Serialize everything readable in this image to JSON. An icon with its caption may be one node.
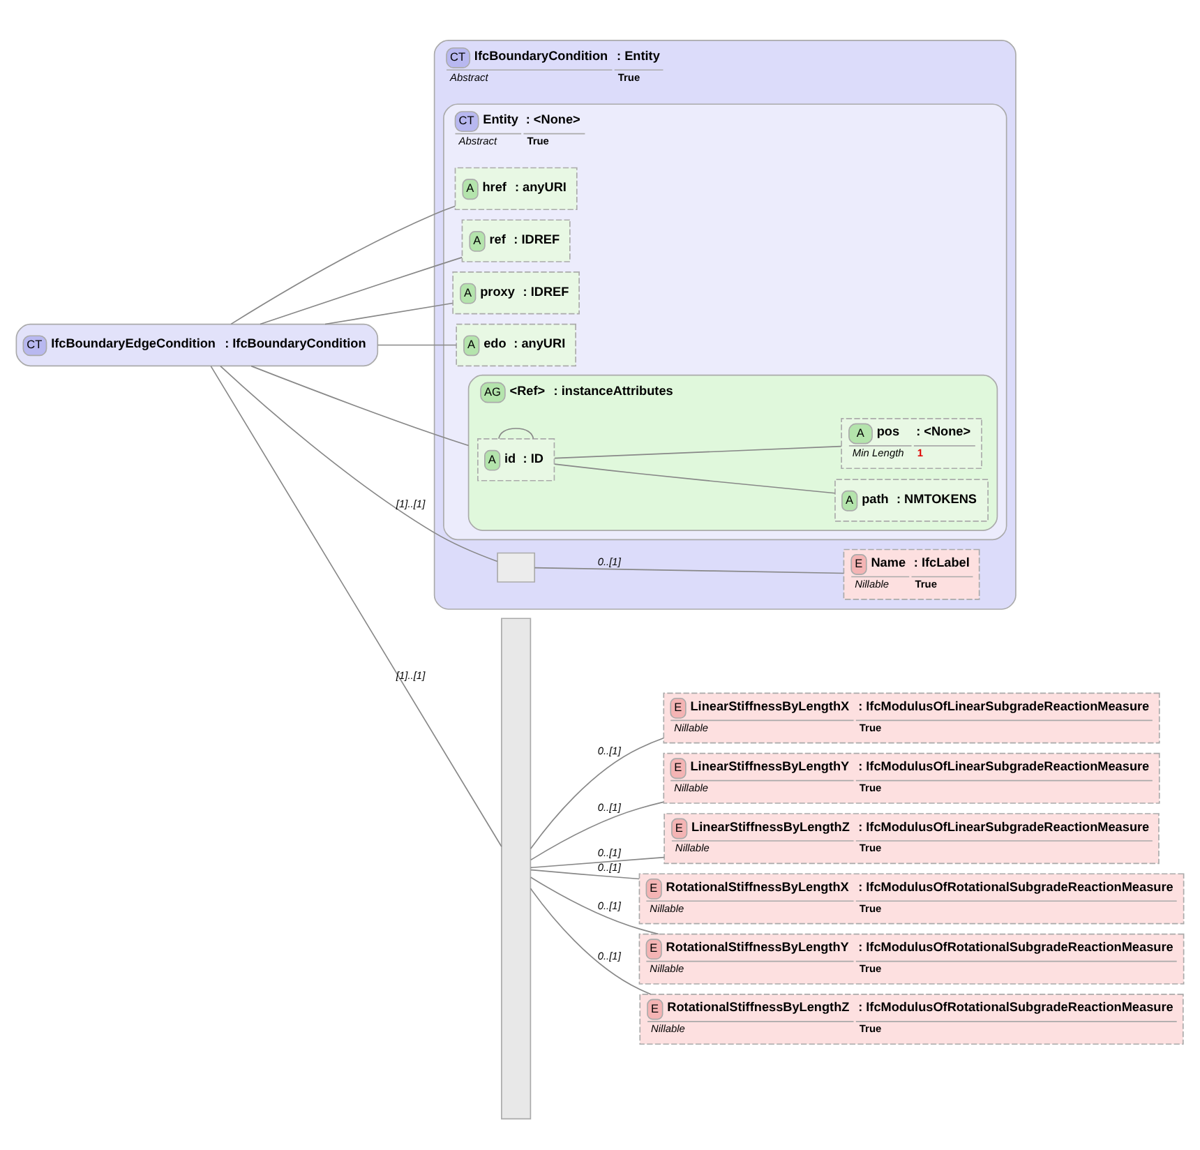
{
  "diagram": {
    "nodes": [
      {
        "text": [
          "CT",
          "IfcBoundaryEdgeCondition",
          ": IfcBoundaryCondition"
        ]
      },
      {
        "text": [
          "CT",
          "IfcBoundaryCondition",
          ": Entity",
          "Abstract",
          "True"
        ]
      },
      {
        "text": [
          "CT",
          "Entity",
          ": <None>",
          "Abstract",
          "True"
        ],
        "in": 1
      },
      {
        "text": [
          "A",
          "href",
          ": anyURI"
        ],
        "in": 2
      },
      {
        "text": [
          "A",
          "ref",
          ": IDREF"
        ],
        "in": 2
      },
      {
        "text": [
          "A",
          "proxy",
          ": IDREF"
        ],
        "in": 2
      },
      {
        "text": [
          "A",
          "edo",
          ": anyURI"
        ],
        "in": 2
      },
      {
        "text": [
          "AG",
          "<Ref>",
          ": instanceAttributes"
        ],
        "in": 2
      },
      {
        "text": [
          "A",
          "id",
          ": ID"
        ],
        "in": 7
      },
      {
        "text": [
          "A",
          "path",
          ": NMTOKENS"
        ],
        "in": 7
      },
      {
        "text": [
          "A",
          "pos",
          ": <None>",
          "Min Length",
          "1"
        ],
        "in": 7
      },
      {
        "text": [],
        "shape": "box",
        "in": 1
      },
      {
        "text": [
          "E",
          "Name",
          ": IfcLabel",
          "Nillable",
          "True"
        ],
        "in": 1
      },
      {
        "text": [],
        "shape": "bar"
      },
      {
        "text": [
          "E",
          "LinearStiffnessByLengthX",
          ": IfcModulusOfLinearSubgradeReactionMeasure",
          "Nillable",
          "True"
        ]
      },
      {
        "text": [
          "E",
          "LinearStiffnessByLengthY",
          ": IfcModulusOfLinearSubgradeReactionMeasure",
          "Nillable",
          "True"
        ]
      },
      {
        "text": [
          "E",
          "LinearStiffnessByLengthZ",
          ": IfcModulusOfLinearSubgradeReactionMeasure",
          "Nillable",
          "True"
        ]
      },
      {
        "text": [
          "E",
          "RotationalStiffnessByLengthX",
          ": IfcModulusOfRotationalSubgradeReactionMeasure",
          "Nillable",
          "True"
        ]
      },
      {
        "text": [
          "E",
          "RotationalStiffnessByLengthY",
          ": IfcModulusOfRotationalSubgradeReactionMeasure",
          "Nillable",
          "True"
        ]
      },
      {
        "text": [
          "E",
          "RotationalStiffnessByLengthZ",
          ": IfcModulusOfRotationalSubgradeReactionMeasure",
          "Nillable",
          "True"
        ]
      }
    ],
    "edges": [
      {
        "from": 0,
        "to": 3,
        "arrow": "none"
      },
      {
        "from": 0,
        "to": 4,
        "arrow": "none"
      },
      {
        "from": 0,
        "to": 5,
        "arrow": "none"
      },
      {
        "from": 0,
        "to": 6,
        "arrow": "none"
      },
      {
        "from": 0,
        "to": 7,
        "arrow": "none"
      },
      {
        "from": 7,
        "to": 8,
        "arrow": "none"
      },
      {
        "from": 7,
        "to": 9,
        "arrow": "none"
      },
      {
        "from": 7,
        "to": 10,
        "arrow": "none"
      },
      {
        "from": 0,
        "to": 11,
        "label": "[1]..[1]",
        "arrow": "none"
      },
      {
        "from": 11,
        "to": 12,
        "label": "0..[1]",
        "arrow": "none"
      },
      {
        "from": 0,
        "to": 13,
        "label": "[1]..[1]",
        "arrow": "none"
      },
      {
        "from": 13,
        "to": 14,
        "label": "0..[1]",
        "arrow": "none"
      },
      {
        "from": 13,
        "to": 15,
        "label": "0..[1]",
        "arrow": "none"
      },
      {
        "from": 13,
        "to": 16,
        "label": "0..[1]",
        "arrow": "none"
      },
      {
        "from": 13,
        "to": 17,
        "label": "0..[1]",
        "arrow": "none"
      },
      {
        "from": 13,
        "to": 18,
        "label": "0..[1]",
        "arrow": "none"
      },
      {
        "from": 13,
        "to": 19,
        "label": "0..[1]",
        "arrow": "none"
      }
    ]
  }
}
